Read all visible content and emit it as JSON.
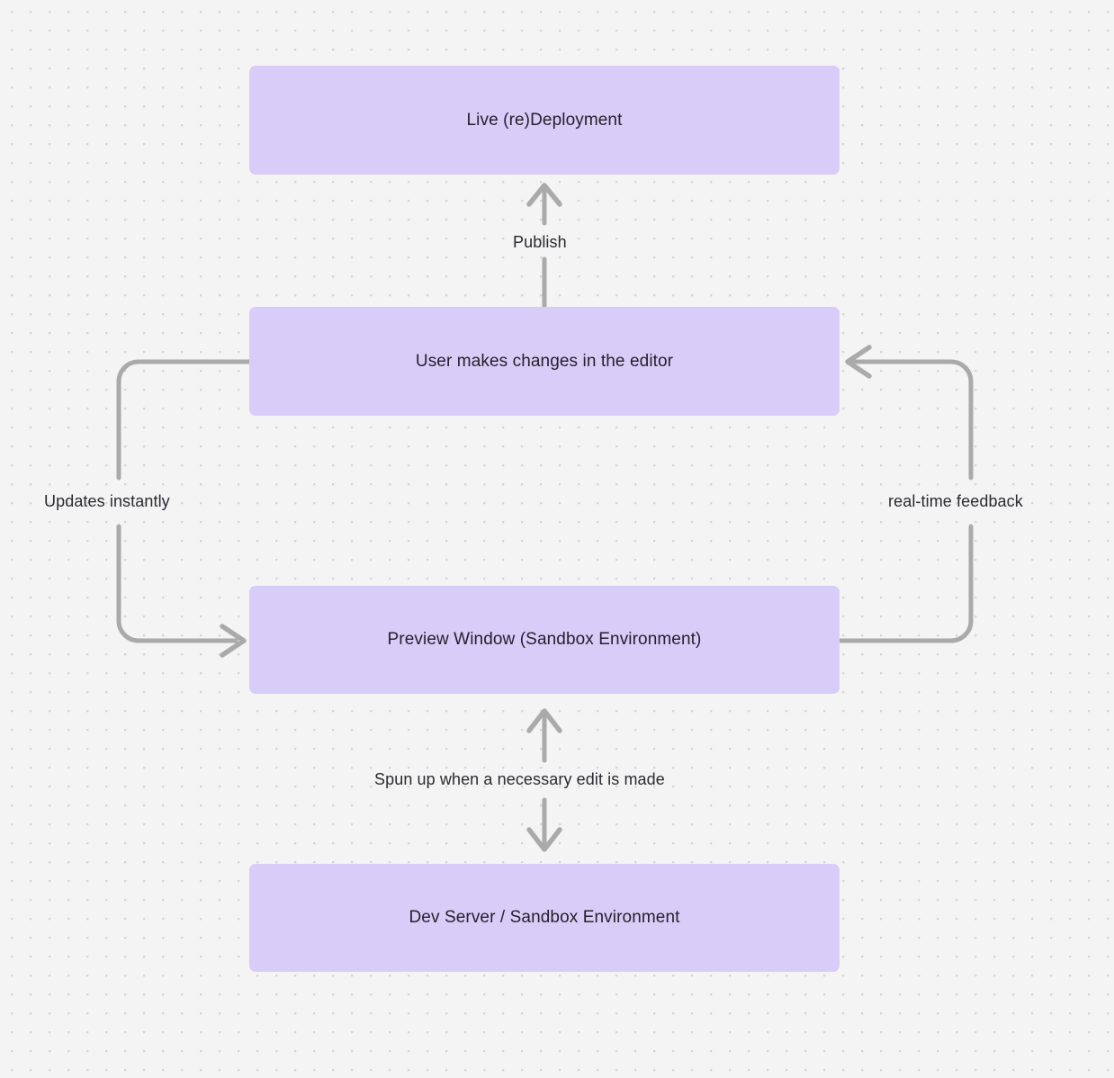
{
  "diagram": {
    "title": "Live deployment / preview sandbox flow",
    "background_color": "#f4f4f4",
    "node_fill_color": "#d8cdf9",
    "node_text_color": "#23222b",
    "edge_color": "#aaaaaa",
    "edge_label_color": "#2a2a30",
    "nodes": [
      {
        "id": "live",
        "label": "Live (re)Deployment"
      },
      {
        "id": "user",
        "label": "User makes changes in the editor"
      },
      {
        "id": "preview",
        "label": "Preview Window (Sandbox Environment)"
      },
      {
        "id": "devserver",
        "label": "Dev Server / Sandbox Environment"
      }
    ],
    "edges": [
      {
        "id": "publish",
        "from": "user",
        "to": "live",
        "label": "Publish",
        "direction": "up"
      },
      {
        "id": "updates",
        "from": "user",
        "to": "preview",
        "label": "Updates instantly",
        "direction": "down-left-loop"
      },
      {
        "id": "realtime",
        "from": "preview",
        "to": "user",
        "label": "real-time feedback",
        "direction": "up-right-loop"
      },
      {
        "id": "spunup",
        "from": "preview",
        "to": "devserver",
        "label": "Spun up when a necessary edit is made",
        "direction": "bidirectional"
      }
    ]
  }
}
